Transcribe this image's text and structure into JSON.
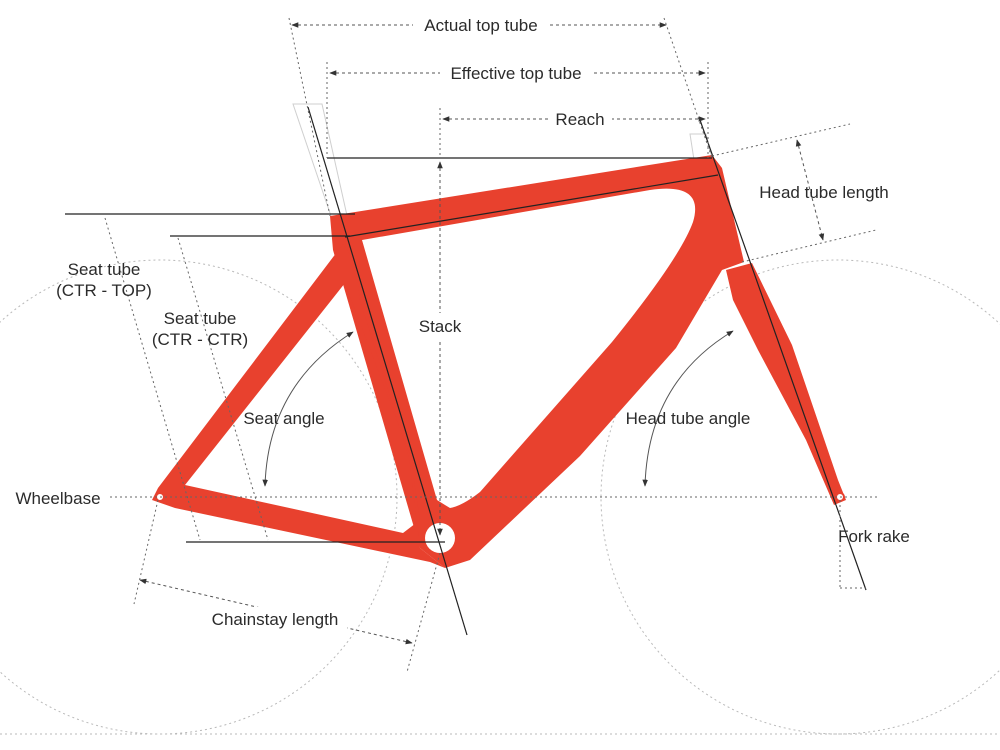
{
  "colors": {
    "frame": "#E8412E",
    "label": "#2b2b2b",
    "guide": "#555555",
    "wheel": "#b9b9b9"
  },
  "labels": {
    "actual_top_tube": "Actual top tube",
    "effective_top_tube": "Effective top tube",
    "reach": "Reach",
    "head_tube_length": "Head tube length",
    "seat_tube_ctr_top_1": "Seat tube",
    "seat_tube_ctr_top_2": "(CTR - TOP)",
    "seat_tube_ctr_ctr_1": "Seat tube",
    "seat_tube_ctr_ctr_2": "(CTR - CTR)",
    "stack": "Stack",
    "seat_angle": "Seat angle",
    "head_tube_angle": "Head tube angle",
    "wheelbase": "Wheelbase",
    "fork_rake": "Fork rake",
    "chainstay_length": "Chainstay length"
  }
}
